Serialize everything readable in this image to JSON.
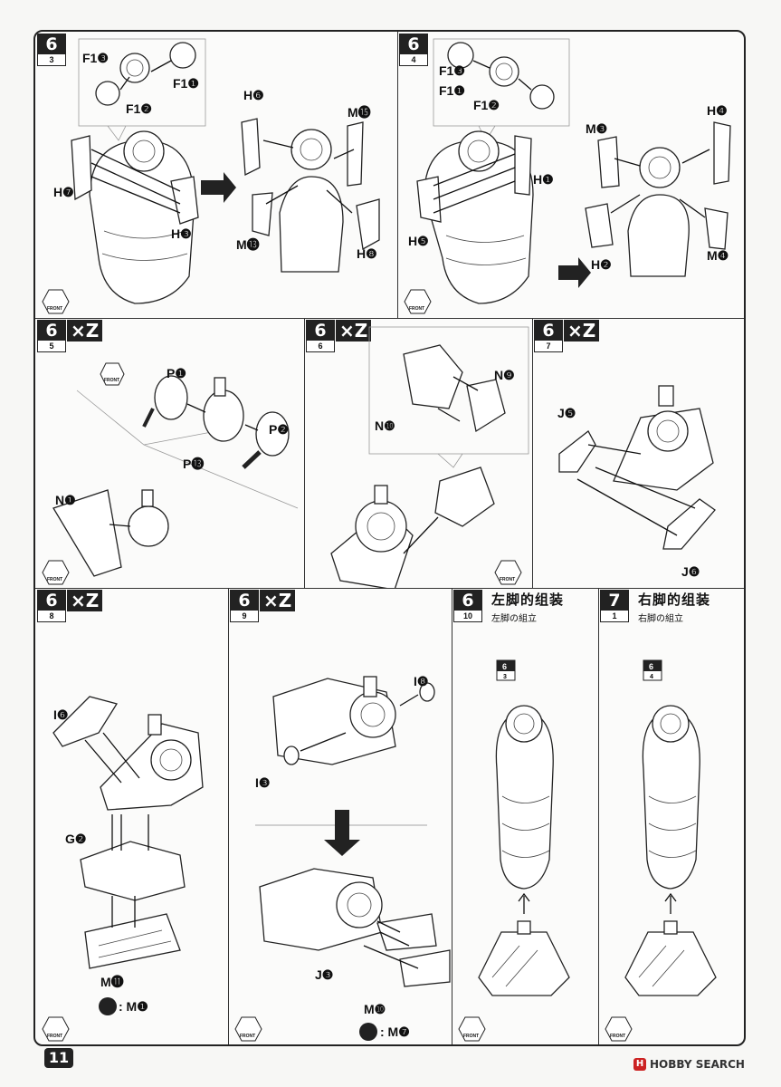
{
  "steps": [
    {
      "num": "6",
      "sub": "3"
    },
    {
      "num": "6",
      "sub": "4"
    },
    {
      "num": "6",
      "sub": "5",
      "multiplier": "×Z"
    },
    {
      "num": "6",
      "sub": "6",
      "multiplier": "×Z"
    },
    {
      "num": "6",
      "sub": "7",
      "multiplier": "×Z"
    },
    {
      "num": "6",
      "sub": "8",
      "multiplier": "×Z"
    },
    {
      "num": "6",
      "sub": "9",
      "multiplier": "×Z"
    },
    {
      "num": "6",
      "sub": "10",
      "title_cn": "左脚的组装",
      "title_jp": "左脚の組立"
    },
    {
      "num": "7",
      "sub": "1",
      "title_cn": "右脚的组装",
      "title_jp": "右脚の組立"
    }
  ],
  "labels": {
    "p1": [
      "F1❸",
      "F1❶",
      "F1❷",
      "H❼",
      "H❸"
    ],
    "p2": [
      "H❻",
      "M⓯",
      "M⓭",
      "H❽"
    ],
    "p3": [
      "F1❸",
      "F1❶",
      "F1❷",
      "H❶",
      "H❺"
    ],
    "p4": [
      "M❸",
      "H❹",
      "H❷",
      "M❹"
    ],
    "p5": [
      "P❶",
      "P❷",
      "P⓭",
      "N❶"
    ],
    "p6": [
      "N❾",
      "N❿"
    ],
    "p7": [
      "J❺",
      "J❻"
    ],
    "p8": [
      "I❻",
      "G❷",
      "M⓫",
      ": M❶"
    ],
    "p9": [
      "I❽",
      "I❸",
      "J❸",
      "M❿",
      ": M❼"
    ]
  },
  "ref_badges": [
    {
      "num": "6",
      "sub": "3"
    },
    {
      "num": "6",
      "sub": "4"
    }
  ],
  "front_label": "FRONT",
  "page_number": "11",
  "watermark": {
    "icon": "H",
    "text": "HOBBY SEARCH"
  }
}
